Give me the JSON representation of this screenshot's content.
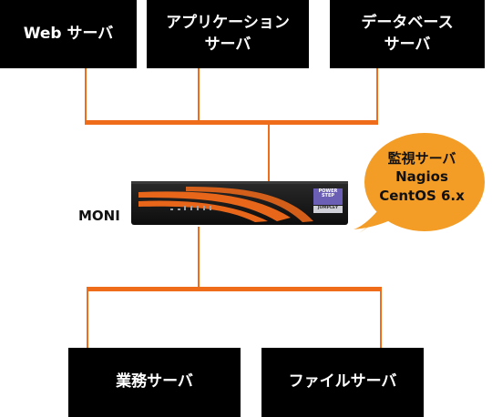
{
  "servers_top": [
    {
      "id": "web",
      "lines": [
        "Web サーバ"
      ]
    },
    {
      "id": "app",
      "lines": [
        "アプリケーション",
        "サーバ"
      ]
    },
    {
      "id": "db",
      "lines": [
        "データベース",
        "サーバ"
      ]
    }
  ],
  "device": {
    "name": "MONI",
    "badge_top": "POWER STEP",
    "badge_bottom": "JUMPLEY"
  },
  "callout": {
    "lines": [
      "監視サーバ",
      "Nagios",
      "CentOS 6.x"
    ]
  },
  "servers_bottom": [
    {
      "id": "business",
      "lines": [
        "業務サーバ"
      ]
    },
    {
      "id": "file",
      "lines": [
        "ファイルサーバ"
      ]
    }
  ],
  "colors": {
    "line": "#ef6c1a",
    "box": "#000000",
    "callout": "#f39c26",
    "device_body": "#1a1a1a",
    "device_stripe": "#e8661a",
    "badge": "#6b5fb5"
  }
}
